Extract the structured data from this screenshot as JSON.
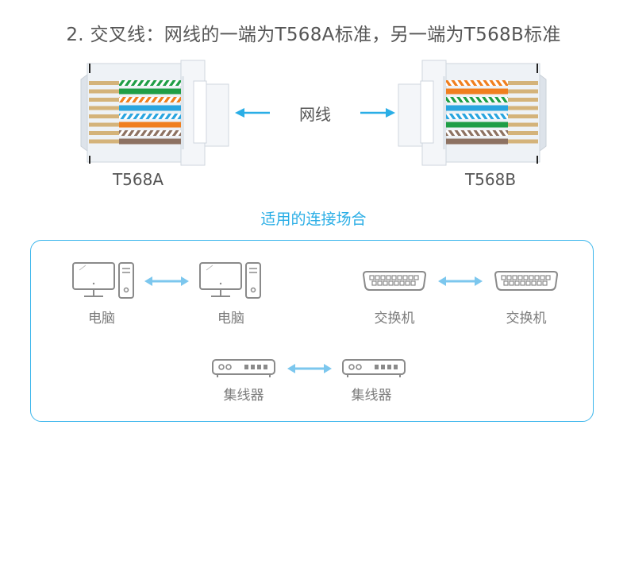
{
  "title": "2. 交叉线：网线的一端为T568A标准，另一端为T568B标准",
  "connectors": {
    "left_label": "T568A",
    "right_label": "T568B",
    "cable_label": "网线"
  },
  "wire_colors": {
    "orange": "#f07f1f",
    "green": "#1f9e46",
    "blue": "#2aa5df",
    "brown": "#8d7262",
    "tan": "#d4b37a",
    "accent": "#2aaee6"
  },
  "scenarios": {
    "title": "适用的连接场合",
    "pairs": [
      {
        "left": "电脑",
        "right": "电脑",
        "icon": "computer-icon"
      },
      {
        "left": "交换机",
        "right": "交换机",
        "icon": "switch-icon"
      },
      {
        "left": "集线器",
        "right": "集线器",
        "icon": "hub-icon"
      }
    ]
  }
}
